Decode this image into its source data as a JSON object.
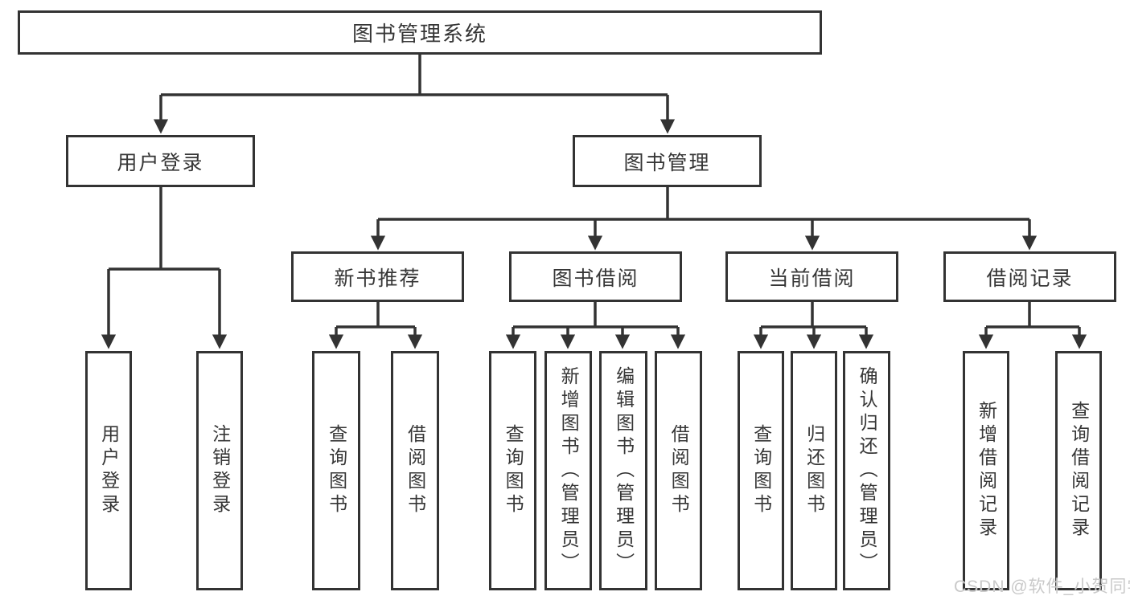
{
  "diagram_type": "hierarchy-tree",
  "root": {
    "label": "图书管理系统"
  },
  "login_branch": {
    "label": "用户登录",
    "children": [
      {
        "label": "用户登录"
      },
      {
        "label": "注销登录"
      }
    ]
  },
  "management_branch": {
    "label": "图书管理",
    "sections": [
      {
        "label": "新书推荐",
        "children": [
          {
            "label": "查询图书"
          },
          {
            "label": "借阅图书"
          }
        ]
      },
      {
        "label": "图书借阅",
        "children": [
          {
            "label": "查询图书"
          },
          {
            "label": "新增图书（管理员）"
          },
          {
            "label": "编辑图书（管理员）"
          },
          {
            "label": "借阅图书"
          }
        ]
      },
      {
        "label": "当前借阅",
        "children": [
          {
            "label": "查询图书"
          },
          {
            "label": "归还图书"
          },
          {
            "label": "确认归还（管理员）"
          }
        ]
      },
      {
        "label": "借阅记录",
        "children": [
          {
            "label": "新增借阅记录"
          },
          {
            "label": "查询借阅记录"
          }
        ]
      }
    ]
  },
  "watermark": {
    "text": "CSDN @软件_小贺同学"
  },
  "colors": {
    "line": "#333333",
    "text": "#363636",
    "watermark": "#c9c9c9",
    "background": "#ffffff"
  }
}
